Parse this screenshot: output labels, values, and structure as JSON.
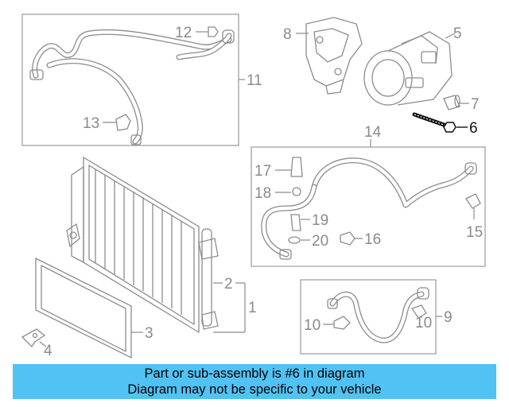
{
  "callouts": {
    "c1": "1",
    "c2": "2",
    "c3": "3",
    "c4": "4",
    "c5": "5",
    "c6": "6",
    "c7": "7",
    "c8": "8",
    "c9": "9",
    "c10a": "10",
    "c10b": "10",
    "c11": "11",
    "c12": "12",
    "c13": "13",
    "c14": "14",
    "c15": "15",
    "c16": "16",
    "c17": "17",
    "c18": "18",
    "c19": "19",
    "c20": "20"
  },
  "highlighted_part": "6",
  "banner": {
    "line1": "Part or sub-assembly is #6 in diagram",
    "line2": "Diagram may not be specific to your vehicle"
  },
  "colors": {
    "banner_bg": "#51c2f4",
    "line_art": "#8c8c8c",
    "highlight": "#111111"
  }
}
